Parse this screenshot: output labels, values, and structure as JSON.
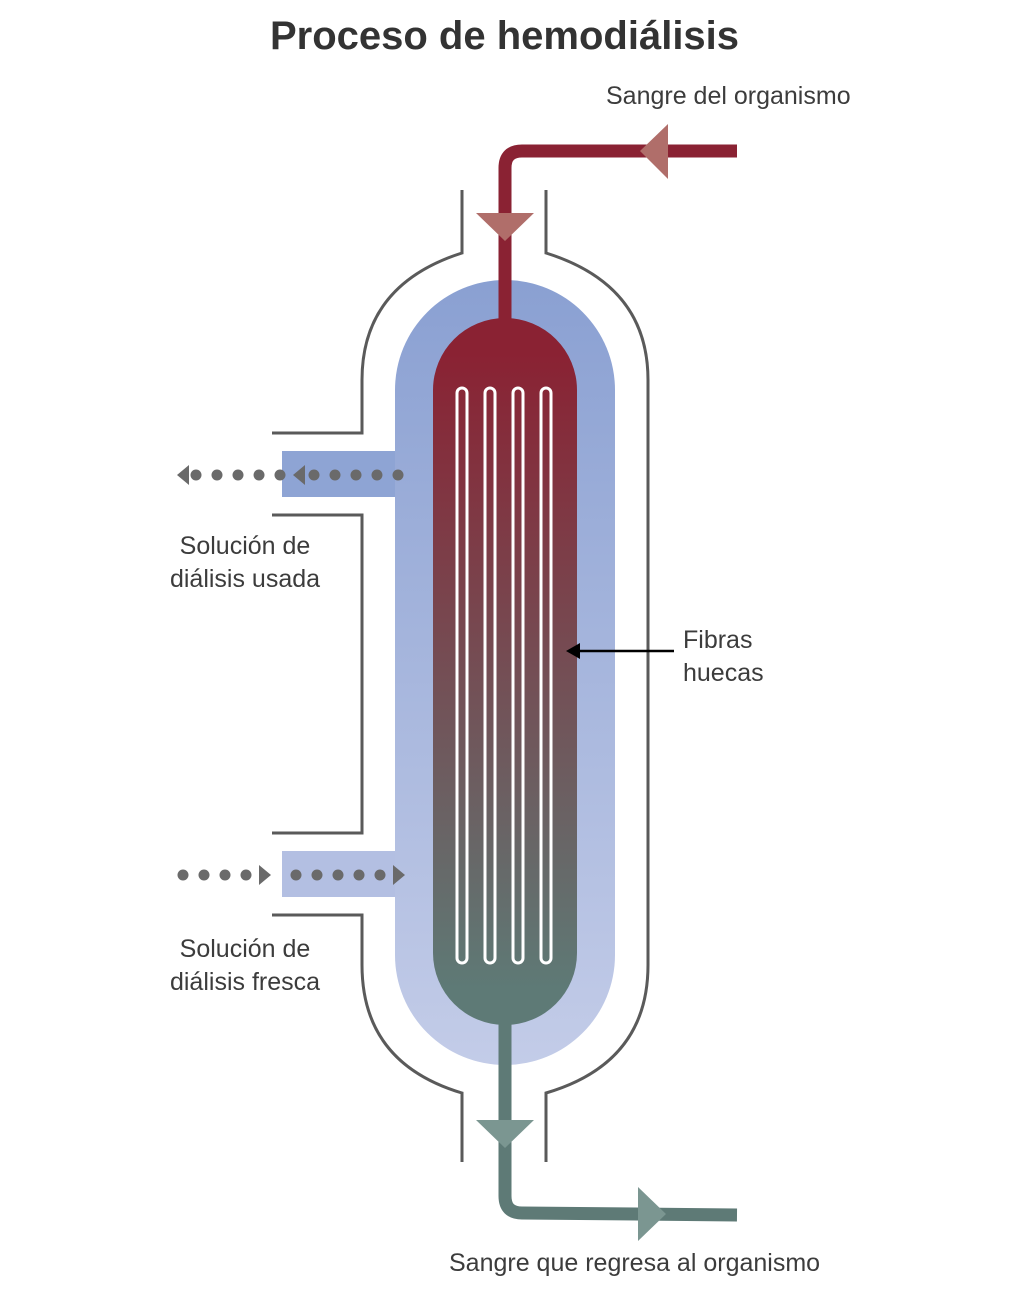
{
  "title": "Proceso de hemodiálisis",
  "labels": {
    "blood_in": "Sangre del organismo",
    "blood_out": "Sangre que regresa al organismo",
    "used_solution": [
      "Solución de",
      "diálisis usada"
    ],
    "fresh_solution": [
      "Solución de",
      "diálisis fresca"
    ],
    "fibers": [
      "Fibras",
      "huecas"
    ]
  },
  "colors": {
    "blood_in": "#8a2233",
    "blood_out": "#5e7a76",
    "arrow_in": "#b06e6a",
    "arrow_out": "#7b9691",
    "dialysate_top": "#8aa0d2",
    "dialysate_bottom": "#c3cce8",
    "housing_line": "#5a5a5a",
    "dots": "#6a6a6a"
  }
}
